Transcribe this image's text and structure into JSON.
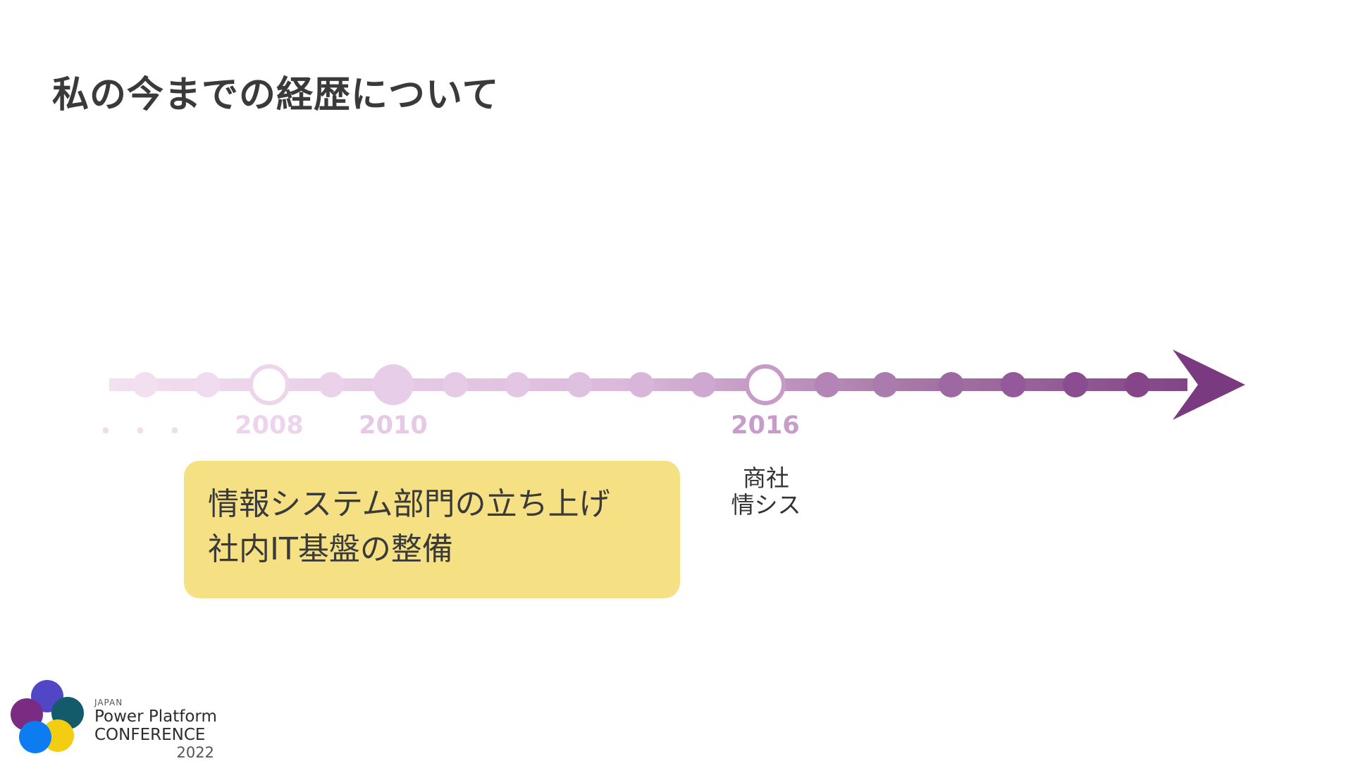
{
  "title": "私の今までの経歴について",
  "timeline": {
    "ellipsis": "・・・",
    "years": [
      "2008",
      "2010",
      "2016"
    ],
    "colors": {
      "start": "#f3e0f1",
      "end": "#7a3a7f"
    }
  },
  "event_box": {
    "line1": "情報システム部門の立ち上げ",
    "line2": "社内IT基盤の整備",
    "color": "#f6e084"
  },
  "company_note": {
    "line1": "商社",
    "line2": "情シス"
  },
  "logo": {
    "small": "JAPAN",
    "line1": "Power Platform",
    "line2": "CONFERENCE",
    "year": "2022",
    "colors": [
      "#5046c6",
      "#135b6b",
      "#7a2b82",
      "#0d7cf0",
      "#f3cd12"
    ]
  }
}
